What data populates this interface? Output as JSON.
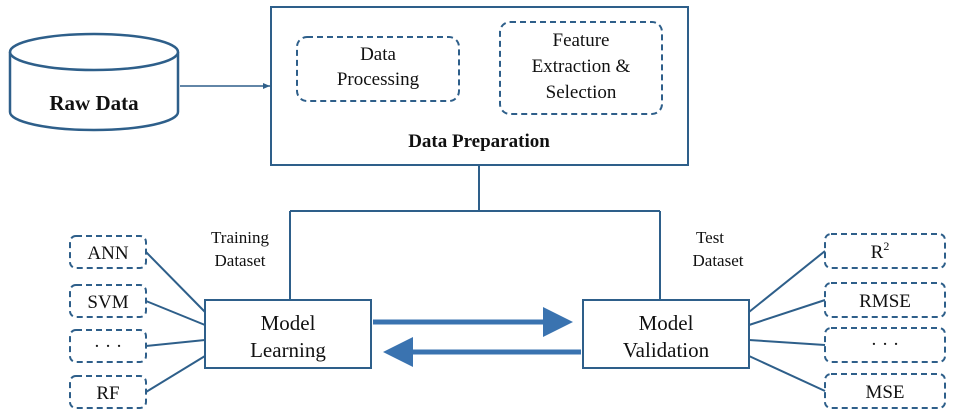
{
  "colors": {
    "stroke": "#2e5f8a",
    "arrow": "#3a73b0",
    "text": "#111111"
  },
  "raw_data": {
    "label": "Raw Data"
  },
  "data_preparation": {
    "title": "Data Preparation",
    "data_processing": [
      "Data",
      "Processing"
    ],
    "feature_extraction": [
      "Feature",
      "Extraction &",
      "Selection"
    ]
  },
  "training_label": [
    "Training",
    "Dataset"
  ],
  "test_label": [
    "Test",
    "Dataset"
  ],
  "model_learning": [
    "Model",
    "Learning"
  ],
  "model_validation": [
    "Model",
    "Validation"
  ],
  "algorithms": [
    "ANN",
    "SVM",
    "· · ·",
    "RF"
  ],
  "metrics": {
    "r2_base": "R",
    "r2_sup": "2",
    "rmse": "RMSE",
    "ellipsis": "· · ·",
    "mse": "MSE"
  }
}
